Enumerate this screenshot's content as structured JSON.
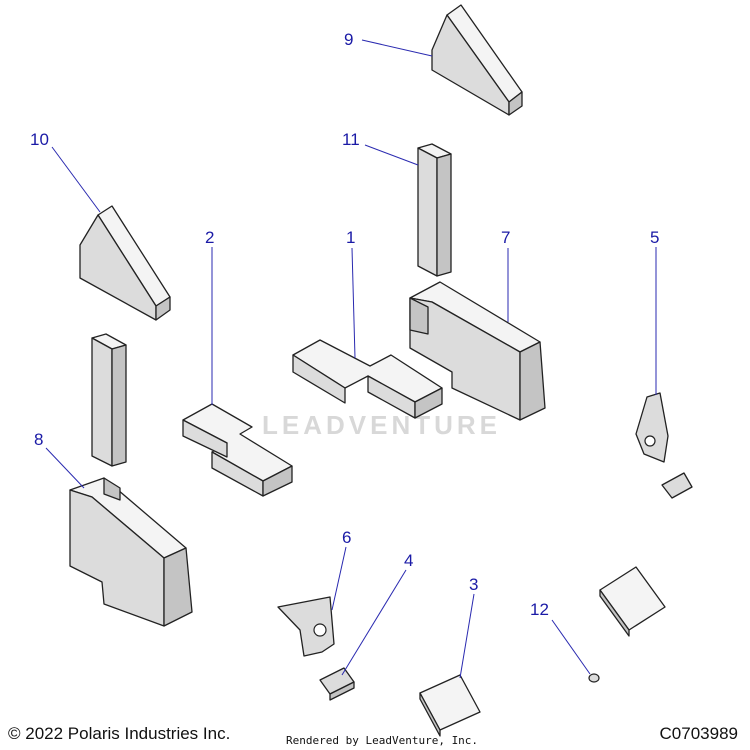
{
  "footer": {
    "copyright": "© 2022 Polaris Industries Inc.",
    "rendered_by": "Rendered by LeadVenture, Inc.",
    "drawing_code": "C0703989"
  },
  "watermark": "LEADVENTURE",
  "callouts": {
    "c1": "1",
    "c2": "2",
    "c3": "3",
    "c4": "4",
    "c5": "5",
    "c6": "6",
    "c7": "7",
    "c8": "8",
    "c9": "9",
    "c10": "10",
    "c11": "11",
    "c12": "12"
  },
  "colors": {
    "callout": "#1a1aa6",
    "part_fill": "#dcdcdc",
    "outline": "#222222"
  }
}
